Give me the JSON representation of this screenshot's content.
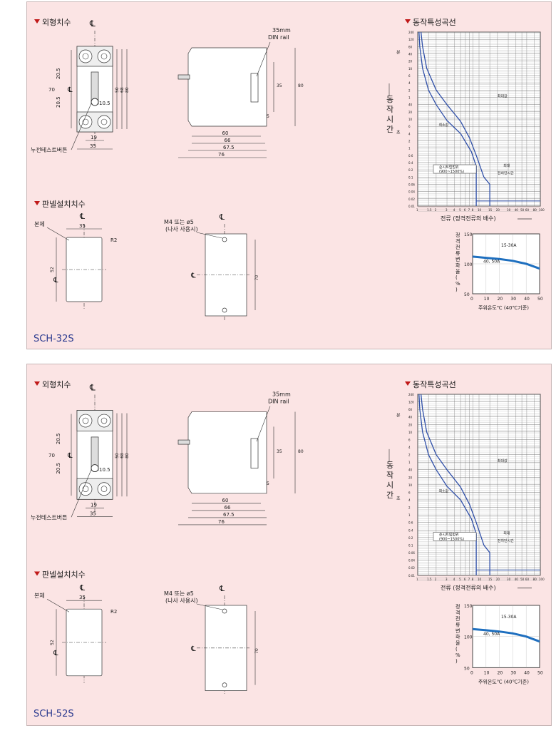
{
  "panels": [
    {
      "model": "SCH-32S",
      "head_dim": "외형치수",
      "head_panel": "판넬설치치수",
      "head_curve": "동작특성곡선",
      "cl": "℄",
      "din_rail": [
        "35mm",
        "DIN rail"
      ],
      "test_button": "누전테스트버튼",
      "body_label": "본체",
      "screw_label": [
        "M4 또는 ø5",
        "(나사 사용시)"
      ],
      "front_dims": [
        "20.5",
        "20.5",
        "70",
        "10.5",
        "19",
        "35",
        "50",
        "68",
        "80"
      ],
      "side_dims": [
        "60",
        "66",
        "67.5",
        "76",
        "35",
        "80",
        "5"
      ],
      "panel_dims": [
        "35",
        "R2",
        "52",
        "70"
      ],
      "curve_y_labels": [
        "240",
        "120",
        "60",
        "40",
        "20",
        "10",
        "6",
        "4",
        "2",
        "1",
        "40",
        "20",
        "10",
        "6",
        "4",
        "2",
        "1",
        "0.6",
        "0.4",
        "0.2",
        "0.1",
        "0.06",
        "0.04",
        "0.02",
        "0.01"
      ],
      "curve_units": [
        "분",
        "초"
      ],
      "curve_ylabel": "동작시간",
      "curve_x_ticks": [
        "1",
        "1.5",
        "2",
        "3",
        "4",
        "5",
        "6",
        "7",
        "8",
        "10",
        "15",
        "20",
        "30",
        "40",
        "50",
        "60",
        "80",
        "100"
      ],
      "curve_xlabel": "전류 (정격전류의 배수)",
      "curve_max": "최대값",
      "curve_min": "최소값",
      "curve_inst": [
        "순시트립범위",
        "(900~1500%)"
      ],
      "curve_cutoff": [
        "최대",
        "전차단시간"
      ],
      "temp_ylabel": "정격전류변화율(%)",
      "temp_y_ticks": [
        "150",
        "100",
        "50"
      ],
      "temp_x_ticks": [
        "0",
        "10",
        "20",
        "30",
        "40",
        "50"
      ],
      "temp_xlabel": "주위온도℃ (40℃기준)",
      "temp_s1": "15-30A",
      "temp_s2": "40, 50A"
    },
    {
      "model": "SCH-52S",
      "head_dim": "외형치수",
      "head_panel": "판넬설치치수",
      "head_curve": "동작특성곡선",
      "cl": "℄",
      "din_rail": [
        "35mm",
        "DIN rail"
      ],
      "test_button": "누전테스트버튼",
      "body_label": "본체",
      "screw_label": [
        "M4 또는 ø5",
        "(나사 사용시)"
      ],
      "front_dims": [
        "20.5",
        "20.5",
        "70",
        "10.5",
        "19",
        "35",
        "50",
        "68",
        "80"
      ],
      "side_dims": [
        "60",
        "66",
        "67.5",
        "76",
        "35",
        "80",
        "5"
      ],
      "panel_dims": [
        "35",
        "R2",
        "52",
        "70"
      ],
      "curve_y_labels": [
        "240",
        "120",
        "60",
        "40",
        "20",
        "10",
        "6",
        "4",
        "2",
        "1",
        "40",
        "20",
        "10",
        "6",
        "4",
        "2",
        "1",
        "0.6",
        "0.4",
        "0.2",
        "0.1",
        "0.06",
        "0.04",
        "0.02",
        "0.01"
      ],
      "curve_units": [
        "분",
        "초"
      ],
      "curve_ylabel": "동작시간",
      "curve_x_ticks": [
        "1",
        "1.5",
        "2",
        "3",
        "4",
        "5",
        "6",
        "7",
        "8",
        "10",
        "15",
        "20",
        "30",
        "40",
        "50",
        "60",
        "80",
        "100"
      ],
      "curve_xlabel": "전류 (정격전류의 배수)",
      "curve_max": "최대값",
      "curve_min": "최소값",
      "curve_inst": [
        "순시트립범위",
        "(900~1500%)"
      ],
      "curve_cutoff": [
        "최대",
        "전차단시간"
      ],
      "temp_ylabel": "정격전류변화율(%)",
      "temp_y_ticks": [
        "150",
        "100",
        "50"
      ],
      "temp_x_ticks": [
        "0",
        "10",
        "20",
        "30",
        "40",
        "50"
      ],
      "temp_xlabel": "주위온도℃ (40℃기준)",
      "temp_s1": "15-30A",
      "temp_s2": "40, 50A"
    }
  ],
  "colors": {
    "panel_bg": "#fbe4e4",
    "curve": "#2f4fa8",
    "temp_curve": "#1e6fbf",
    "heading_marker": "#c01818",
    "model_text": "#2b3a8f"
  }
}
